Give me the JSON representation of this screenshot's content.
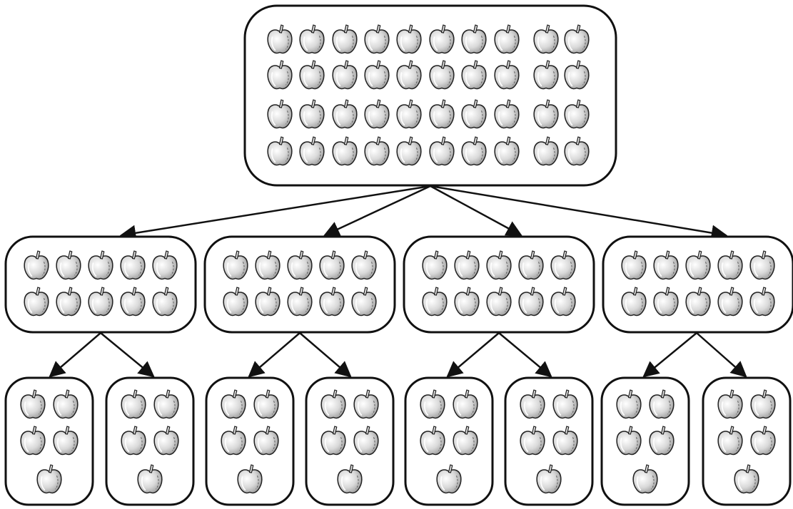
{
  "diagram": {
    "total_items": 40,
    "item_icon": "apple-icon",
    "colors": {
      "outline": "#111111",
      "apple_fill_light": "#ffffff",
      "apple_fill_dark": "#9a9a9a",
      "background": "#ffffff"
    },
    "root": {
      "count": 40,
      "rows": 4,
      "cols": 10
    },
    "level1": [
      {
        "count": 10,
        "rows": 2,
        "cols": 5
      },
      {
        "count": 10,
        "rows": 2,
        "cols": 5
      },
      {
        "count": 10,
        "rows": 2,
        "cols": 5
      },
      {
        "count": 10,
        "rows": 2,
        "cols": 5
      }
    ],
    "level2": [
      {
        "count": 5,
        "parent": 0
      },
      {
        "count": 5,
        "parent": 0
      },
      {
        "count": 5,
        "parent": 1
      },
      {
        "count": 5,
        "parent": 1
      },
      {
        "count": 5,
        "parent": 2
      },
      {
        "count": 5,
        "parent": 2
      },
      {
        "count": 5,
        "parent": 3
      },
      {
        "count": 5,
        "parent": 3
      }
    ]
  }
}
